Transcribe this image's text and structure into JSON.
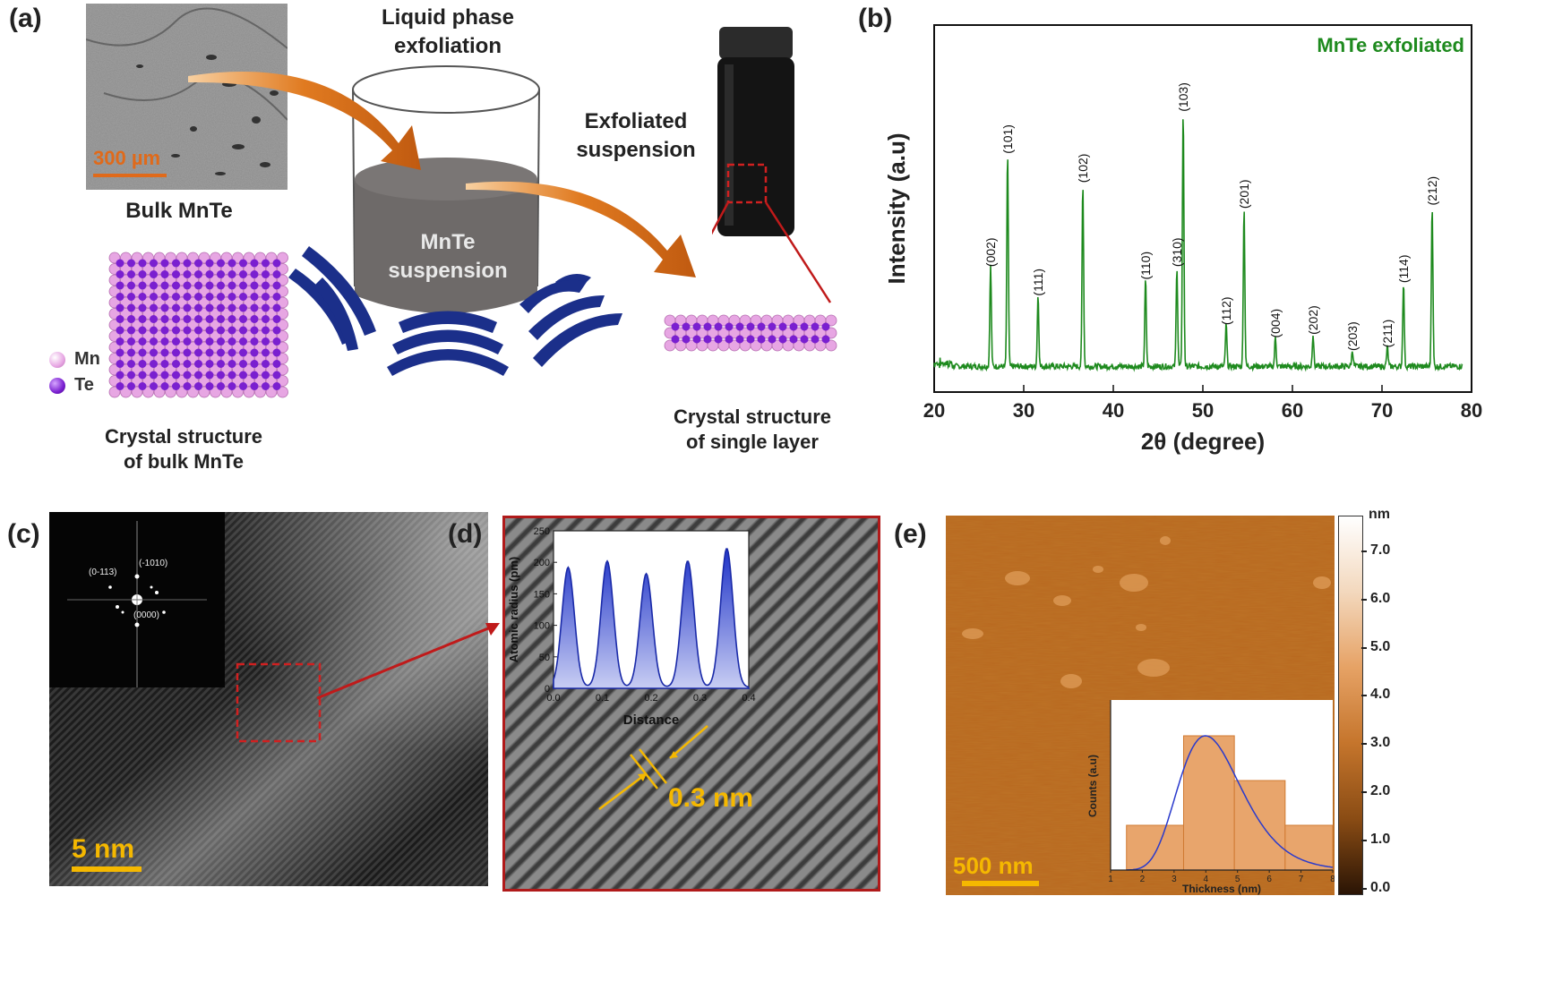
{
  "panels": {
    "a": {
      "label": "(a)",
      "micrograph_scale": "300 µm",
      "bulk_label": "Bulk MnTe",
      "lpe_label_line1": "Liquid phase",
      "lpe_label_line2": "exfoliation",
      "suspension_line1": "MnTe",
      "suspension_line2": "suspension",
      "exfoliated_line1": "Exfoliated",
      "exfoliated_line2": "suspension",
      "legend": [
        {
          "name": "Mn",
          "color": "#e7a6e3"
        },
        {
          "name": "Te",
          "color": "#7a1fd0"
        }
      ],
      "bulk_crystal_line1": "Crystal structure",
      "bulk_crystal_line2": "of bulk MnTe",
      "single_crystal_line1": "Crystal structure",
      "single_crystal_line2": "of single layer"
    },
    "b": {
      "label": "(b)",
      "series_label": "MnTe exfoliated",
      "xlabel": "2θ (degree)",
      "ylabel": "Intensity (a.u)"
    },
    "c": {
      "label": "(c)",
      "scale": "5 nm",
      "fft_labels": [
        "(0-113)",
        "(-1010)",
        "(0000)"
      ]
    },
    "d": {
      "label": "(d)",
      "spacing": "0.3 nm",
      "inset_ylabel": "Atomic radius (pm)",
      "inset_xlabel": "Distance"
    },
    "e": {
      "label": "(e)",
      "scale": "500 nm",
      "colorbar_unit": "nm",
      "colorbar_ticks": [
        "7.0",
        "6.0",
        "5.0",
        "4.0",
        "3.0",
        "2.0",
        "1.0",
        "0.0"
      ],
      "hist_ylabel": "Counts (a.u)",
      "hist_xlabel": "Thickness (nm)"
    }
  },
  "chart_data": [
    {
      "type": "line",
      "title": "MnTe exfoliated",
      "xlabel": "2θ (degree)",
      "ylabel": "Intensity (a.u)",
      "xlim": [
        20,
        80
      ],
      "xticks": [
        20,
        30,
        40,
        50,
        60,
        70,
        80
      ],
      "color": "#1e8a1e",
      "peaks": [
        {
          "x": 26.3,
          "h": 0.31,
          "label": "(002)"
        },
        {
          "x": 28.2,
          "h": 0.66,
          "label": "(101)"
        },
        {
          "x": 31.6,
          "h": 0.22,
          "label": "(111)"
        },
        {
          "x": 36.6,
          "h": 0.57,
          "label": "(102)"
        },
        {
          "x": 43.6,
          "h": 0.27,
          "label": "(110)"
        },
        {
          "x": 47.1,
          "h": 0.31,
          "label": "(310)"
        },
        {
          "x": 47.8,
          "h": 0.79,
          "label": "(103)"
        },
        {
          "x": 52.6,
          "h": 0.13,
          "label": "(112)"
        },
        {
          "x": 54.6,
          "h": 0.49,
          "label": "(201)"
        },
        {
          "x": 58.1,
          "h": 0.09,
          "label": "(004)"
        },
        {
          "x": 62.3,
          "h": 0.1,
          "label": "(202)"
        },
        {
          "x": 66.7,
          "h": 0.05,
          "label": "(203)"
        },
        {
          "x": 70.6,
          "h": 0.06,
          "label": "(211)"
        },
        {
          "x": 72.4,
          "h": 0.26,
          "label": "(114)"
        },
        {
          "x": 75.6,
          "h": 0.5,
          "label": "(212)"
        }
      ]
    },
    {
      "type": "area",
      "xlabel": "Distance",
      "ylabel": "Atomic radius (pm)",
      "xlim": [
        0.0,
        0.4
      ],
      "ylim": [
        0,
        250
      ],
      "xticks": [
        0.0,
        0.1,
        0.2,
        0.3,
        0.4
      ],
      "yticks": [
        0,
        50,
        100,
        150,
        200,
        250
      ],
      "peaks": [
        {
          "x": 0.03,
          "y": 190
        },
        {
          "x": 0.11,
          "y": 200
        },
        {
          "x": 0.19,
          "y": 180
        },
        {
          "x": 0.275,
          "y": 200
        },
        {
          "x": 0.355,
          "y": 220
        }
      ]
    },
    {
      "type": "bar",
      "xlabel": "Thickness (nm)",
      "ylabel": "Counts (a.u)",
      "xlim": [
        1,
        8
      ],
      "xticks": [
        1,
        2,
        3,
        4,
        5,
        6,
        7,
        8
      ],
      "bins": [
        {
          "from": 1.5,
          "to": 3.3,
          "count": 1
        },
        {
          "from": 3.3,
          "to": 4.9,
          "count": 3
        },
        {
          "from": 4.9,
          "to": 6.5,
          "count": 2
        },
        {
          "from": 6.5,
          "to": 8.0,
          "count": 1
        }
      ],
      "fit": {
        "type": "lognormal",
        "peak": 4.0
      }
    }
  ]
}
